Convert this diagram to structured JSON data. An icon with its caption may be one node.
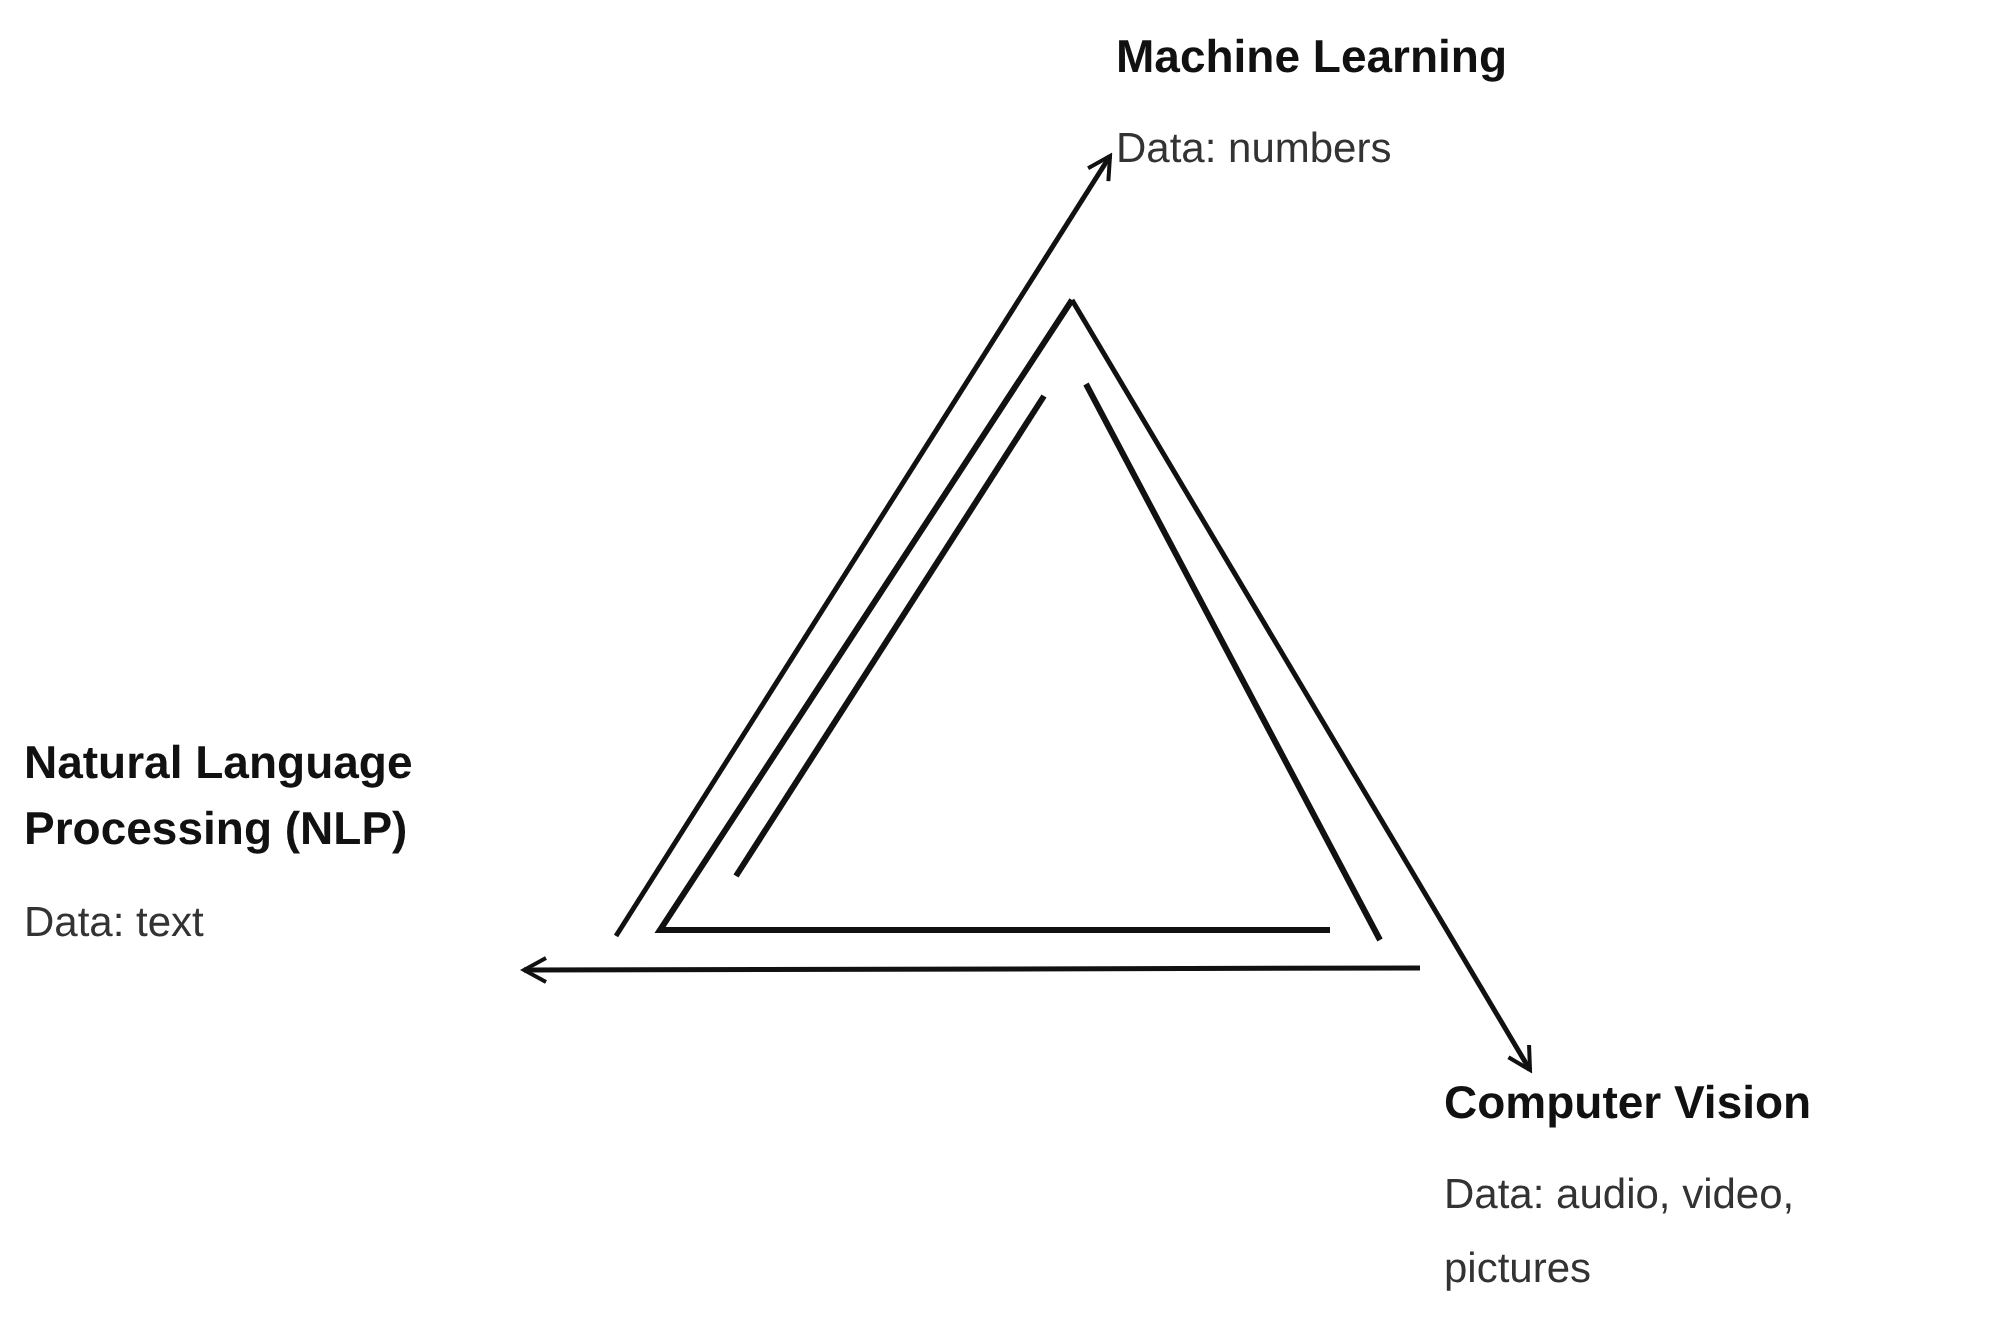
{
  "diagram": {
    "nodes": [
      {
        "text": [
          "Machine Learning",
          "Data: numbers"
        ]
      },
      {
        "text": [
          "Natural Language Processing (NLP)",
          "Data: text"
        ]
      },
      {
        "text": [
          "Computer Vision",
          "Data: audio, video, pictures"
        ]
      }
    ],
    "edges": [
      {
        "from": null,
        "to": 0,
        "arrow": "to"
      },
      {
        "from": null,
        "to": 1,
        "arrow": "to"
      },
      {
        "from": null,
        "to": 2,
        "arrow": "to"
      }
    ]
  }
}
